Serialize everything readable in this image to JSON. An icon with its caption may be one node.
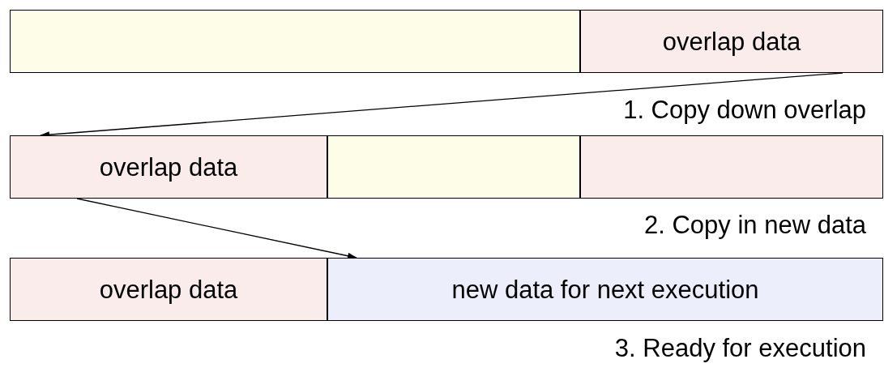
{
  "diagram": {
    "nodes": [
      {
        "text": [],
        "shape": "box"
      },
      {
        "text": [
          "overlap data"
        ]
      },
      {
        "text": [
          "overlap data"
        ]
      },
      {
        "text": [],
        "shape": "box"
      },
      {
        "text": [],
        "shape": "box"
      },
      {
        "text": [
          "overlap data"
        ]
      },
      {
        "text": [
          "new data for next execution"
        ]
      }
    ],
    "edges": [
      {
        "from": 1,
        "to": 2,
        "arrow": "to"
      },
      {
        "from": 2,
        "to": 6,
        "arrow": "to"
      }
    ],
    "labels": [
      "1. Copy down overlap",
      "2. Copy in new data",
      "3. Ready for execution"
    ]
  }
}
